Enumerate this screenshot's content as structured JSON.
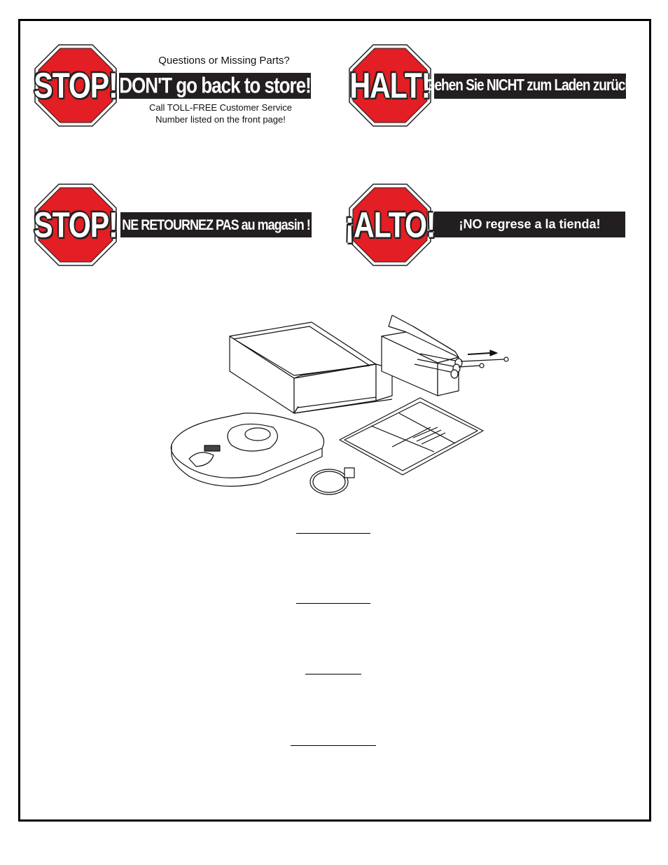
{
  "notices": [
    {
      "sign_word": "STOP!",
      "banner": "DON'T go back to store!",
      "above": "Questions or Missing Parts?",
      "below_line1": "Call TOLL-FREE Customer Service",
      "below_line2": "Number listed on the front page!"
    },
    {
      "sign_word": "HALT!",
      "banner": "Gehen Sie NICHT zum Laden zurück!"
    },
    {
      "sign_word": "STOP!",
      "banner": "NE RETOURNEZ PAS au magasin !"
    },
    {
      "sign_word": "¡ALTO!",
      "banner": "¡NO regrese a la tienda!"
    }
  ],
  "colors": {
    "sign_red": "#e31e24",
    "banner_bg": "#231f20",
    "border": "#000000"
  },
  "illustration": {
    "name": "unboxing-parts-illustration"
  }
}
